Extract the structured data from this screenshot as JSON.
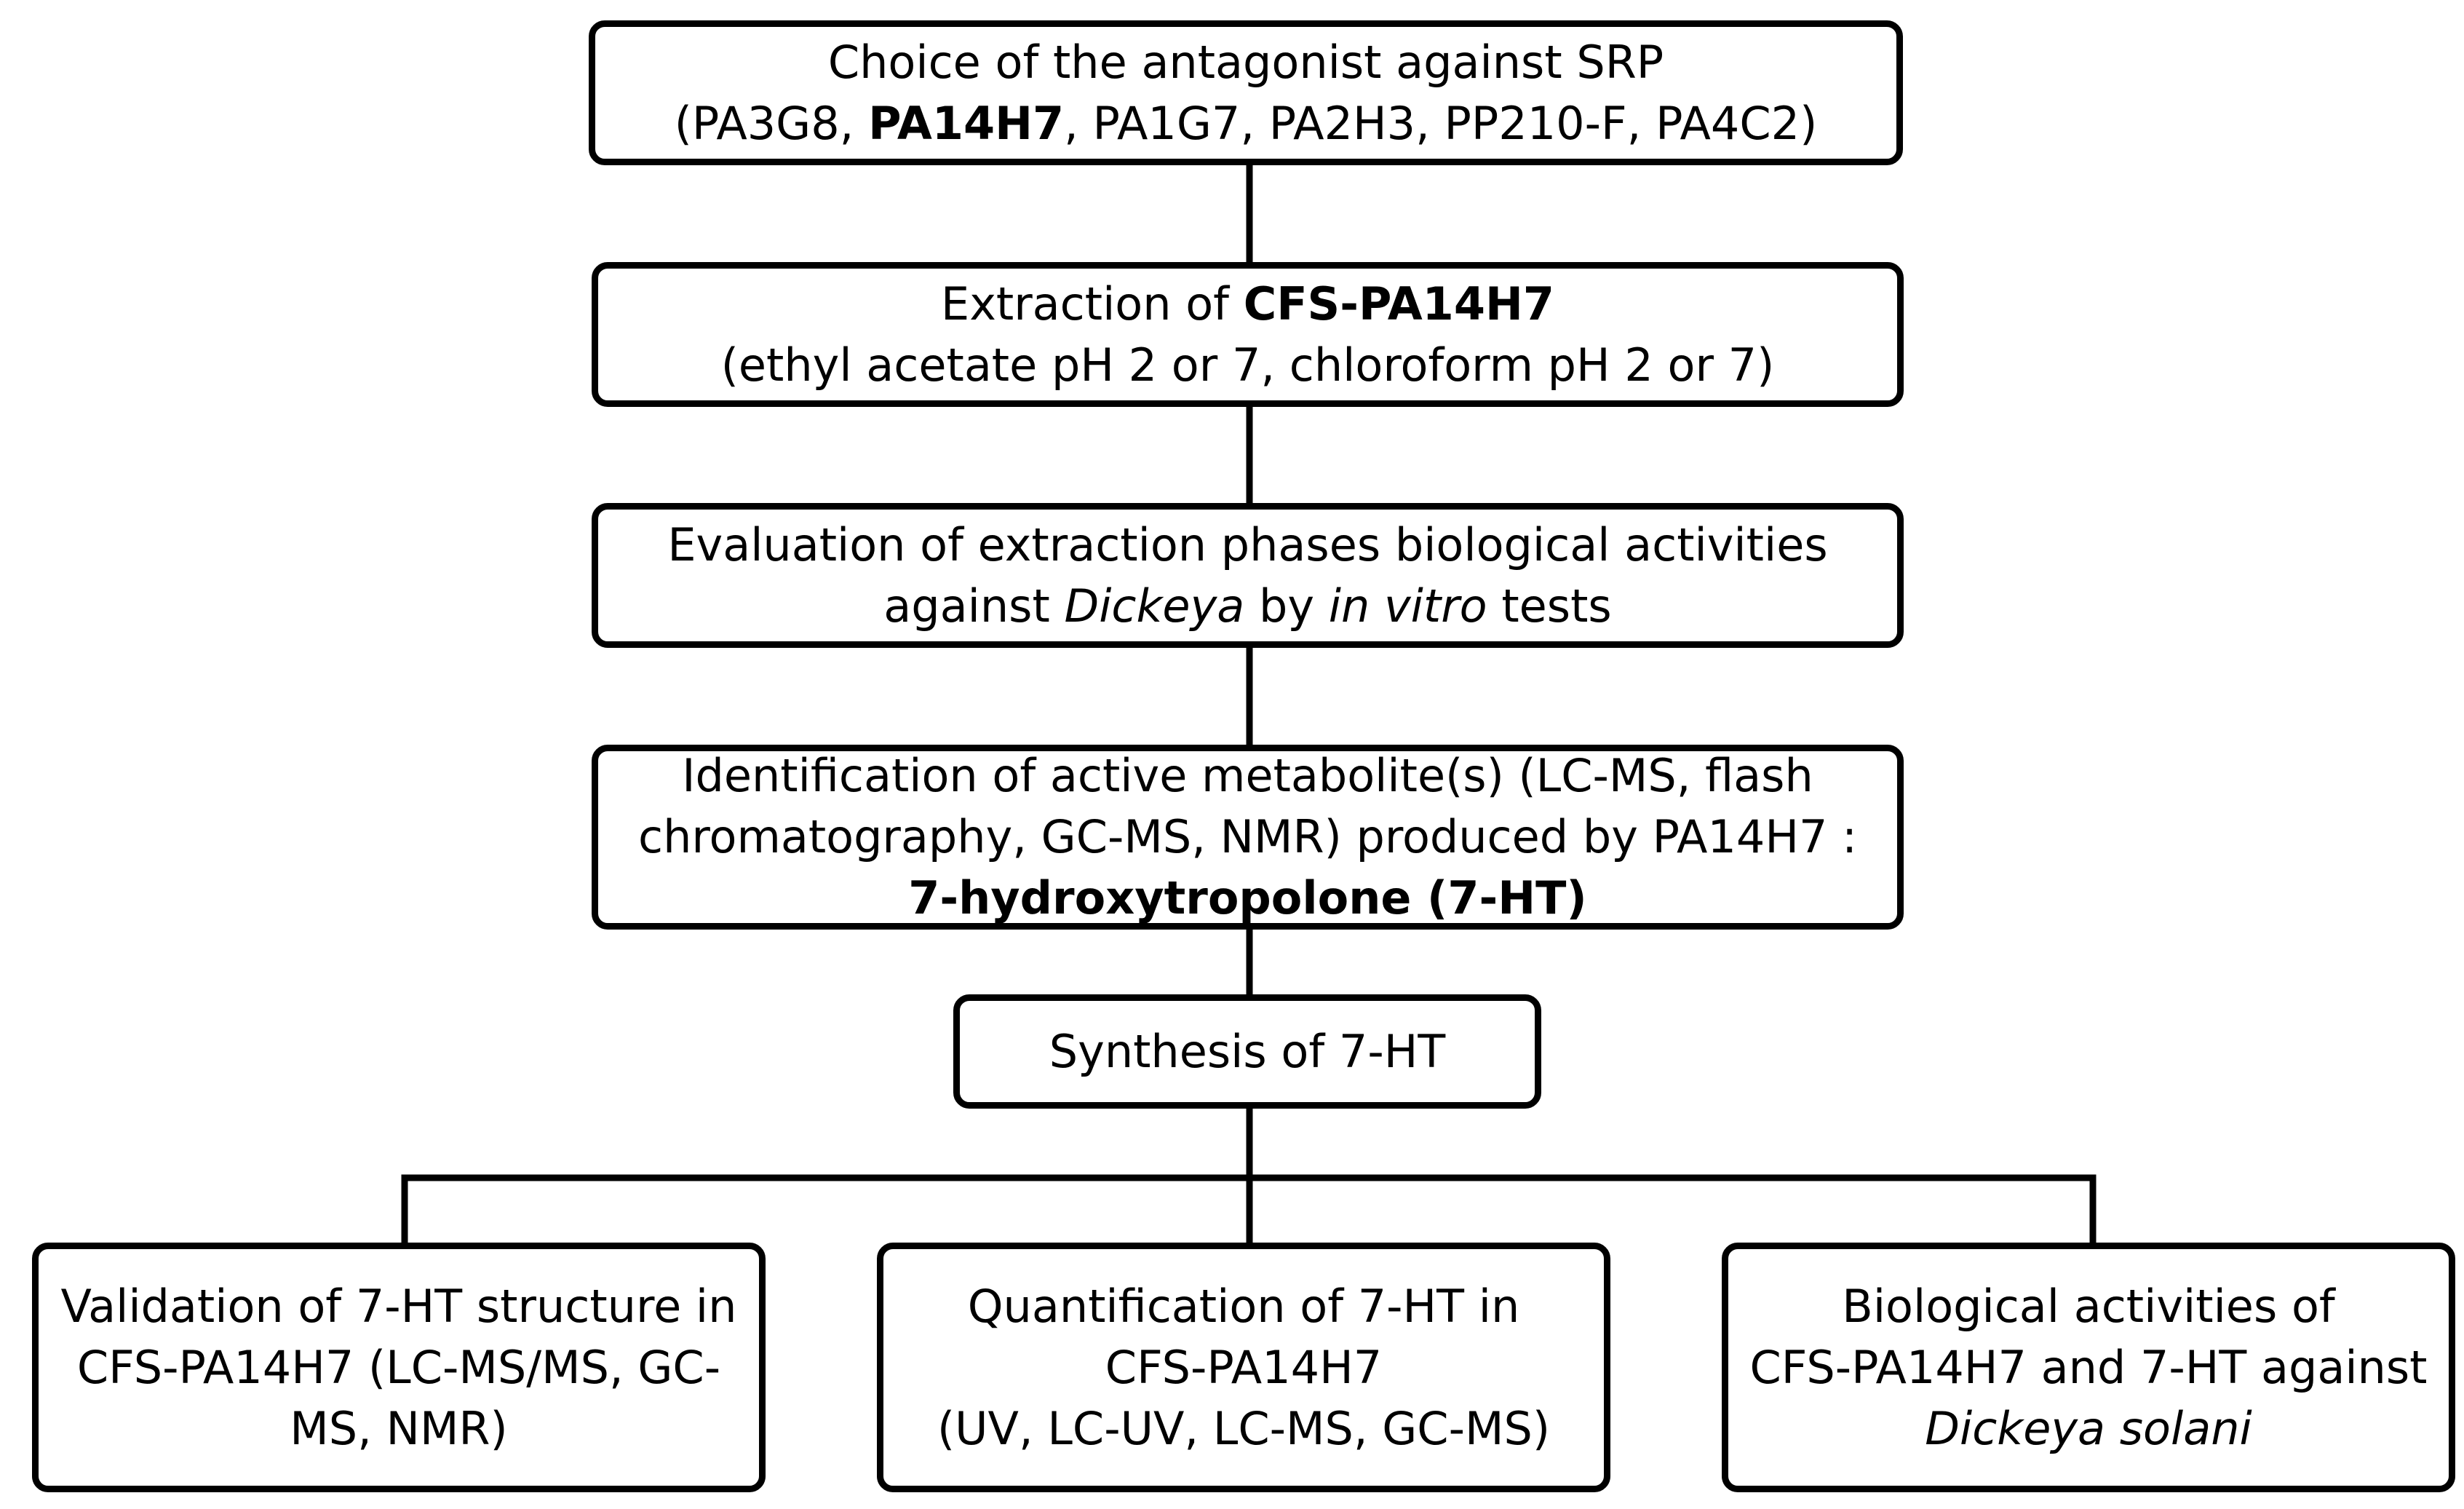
{
  "diagram": {
    "choice": {
      "line1": "Choice of the antagonist against SRP",
      "line2_pre": "(PA3G8, ",
      "line2_bold": "PA14H7",
      "line2_post": ", PA1G7, PA2H3, PP210-F, PA4C2)"
    },
    "extraction": {
      "line1_pre": "Extraction of ",
      "line1_bold": "CFS-PA14H7",
      "line2": "(ethyl acetate pH 2 or 7, chloroform pH 2 or 7)"
    },
    "evaluation": {
      "line1": "Evaluation of extraction phases biological activities",
      "line2_pre": "against ",
      "line2_italic1": "Dickeya",
      "line2_mid": " by ",
      "line2_italic2": "in vitro",
      "line2_post": " tests"
    },
    "identification": {
      "line1": "Identification of active metabolite(s) (LC-MS, flash",
      "line2": "chromatography, GC-MS, NMR) produced by PA14H7 :",
      "line3_bold": "7-hydroxytropolone (7-HT)"
    },
    "synthesis": {
      "line1": "Synthesis of 7-HT"
    },
    "validation": {
      "line1": "Validation of 7-HT structure in",
      "line2": "CFS-PA14H7 (LC-MS/MS, GC-",
      "line3": "MS, NMR)"
    },
    "quantification": {
      "line1": "Quantification of 7-HT in",
      "line2": "CFS-PA14H7",
      "line3": "(UV, LC-UV, LC-MS, GC-MS)"
    },
    "biological": {
      "line1": "Biological activities of",
      "line2": "CFS-PA14H7 and 7-HT against",
      "line3_italic": "Dickeya solani"
    }
  },
  "colors": {
    "stroke": "#000000",
    "background": "#ffffff"
  }
}
